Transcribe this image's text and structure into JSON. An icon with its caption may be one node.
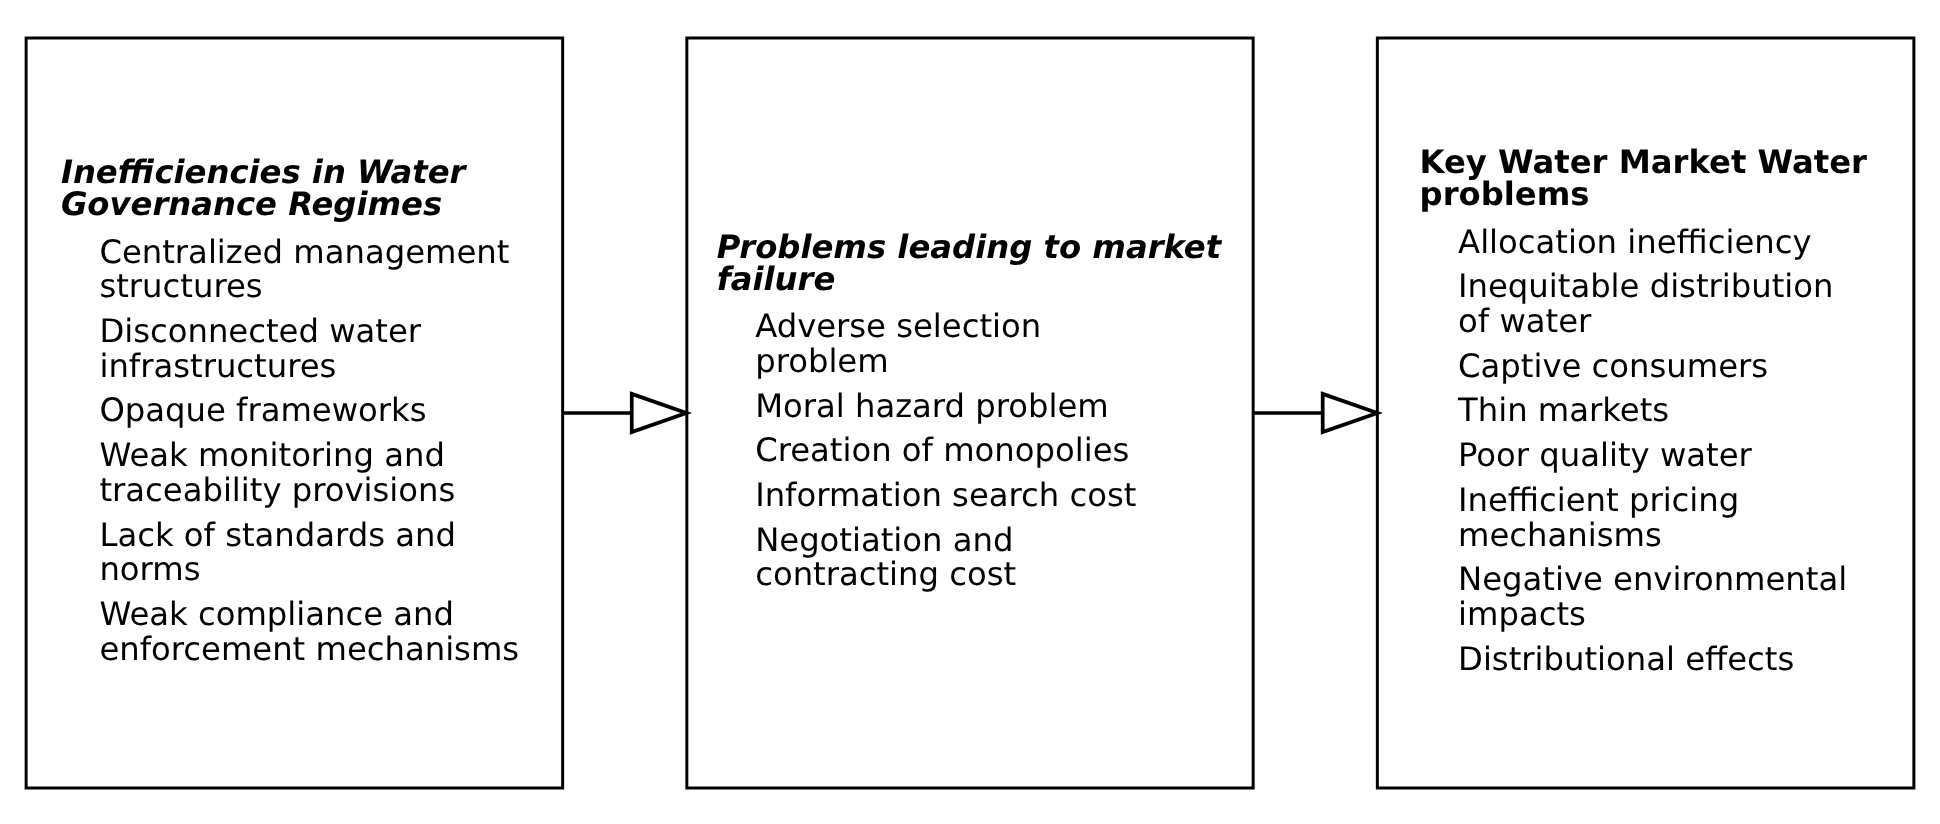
{
  "diagram": {
    "nodes": [
      {
        "text": [
          "Inefficiencies in Water Governance Regimes",
          "Centralized management structures",
          "Disconnected water infrastructures",
          "Opaque frameworks",
          "Weak monitoring and traceability provisions",
          "Lack of standards and norms",
          "Weak compliance and enforcement mechanisms"
        ]
      },
      {
        "text": [
          "Problems leading to market failure",
          "Adverse selection problem",
          "Moral hazard problem",
          "Creation of monopolies",
          "Information search cost",
          "Negotiation and contracting cost"
        ]
      },
      {
        "text": [
          "Key Water Market Water problems",
          "Allocation inefficiency",
          "Inequitable distribution of water",
          "Captive consumers",
          "Thin markets",
          "Poor quality water",
          "Inefficient pricing mechanisms",
          "Negative environmental impacts",
          "Distributional effects"
        ]
      }
    ],
    "edges": [
      {
        "from": 0,
        "to": 1,
        "arrow": "to"
      },
      {
        "from": 1,
        "to": 2,
        "arrow": "to"
      }
    ]
  }
}
